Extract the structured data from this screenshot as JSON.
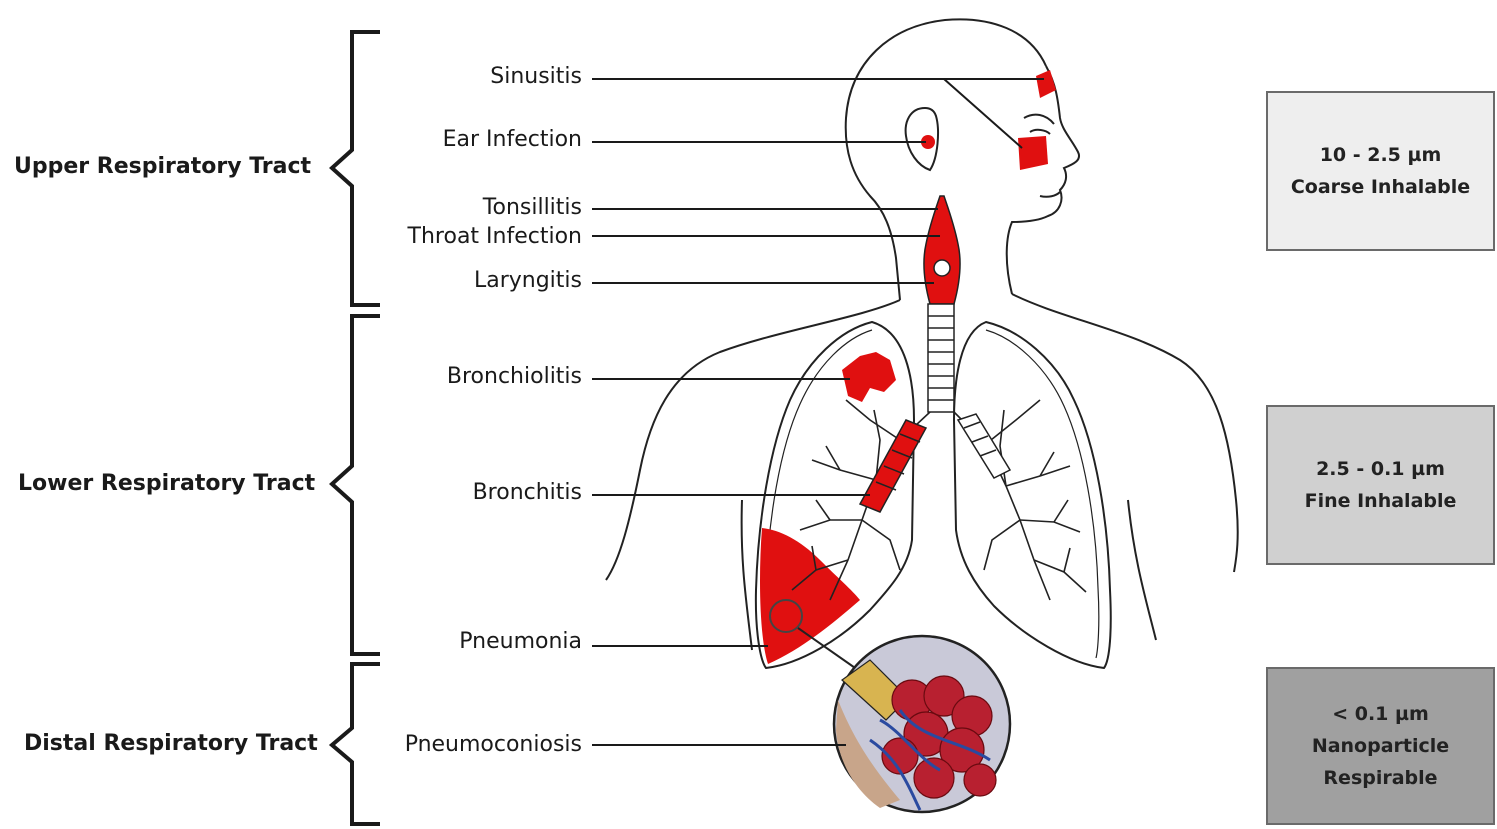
{
  "tracts": {
    "upper": "Upper Respiratory Tract",
    "lower": "Lower Respiratory Tract",
    "distal": "Distal Respiratory Tract"
  },
  "diseases": {
    "sinusitis": "Sinusitis",
    "ear_infection": "Ear Infection",
    "tonsillitis": "Tonsillitis",
    "throat_infection": "Throat Infection",
    "laryngitis": "Laryngitis",
    "bronchiolitis": "Bronchiolitis",
    "bronchitis": "Bronchitis",
    "pneumonia": "Pneumonia",
    "pneumoconiosis": "Pneumoconiosis"
  },
  "particle_sizes": {
    "coarse": {
      "range": "10 - 2.5 µm",
      "name": "Coarse Inhalable",
      "fill": "#eeeeee"
    },
    "fine": {
      "range": "2.5 - 0.1 µm",
      "name": "Fine Inhalable",
      "fill": "#d0d0d0"
    },
    "nano": {
      "range": "< 0.1 µm",
      "name1": "Nanoparticle",
      "name2": "Respirable",
      "fill": "#a0a0a0"
    }
  },
  "colors": {
    "infection": "#e01010",
    "outline": "#222222",
    "vessel_blue": "#2a4aa0",
    "alveoli": "#b82030"
  }
}
